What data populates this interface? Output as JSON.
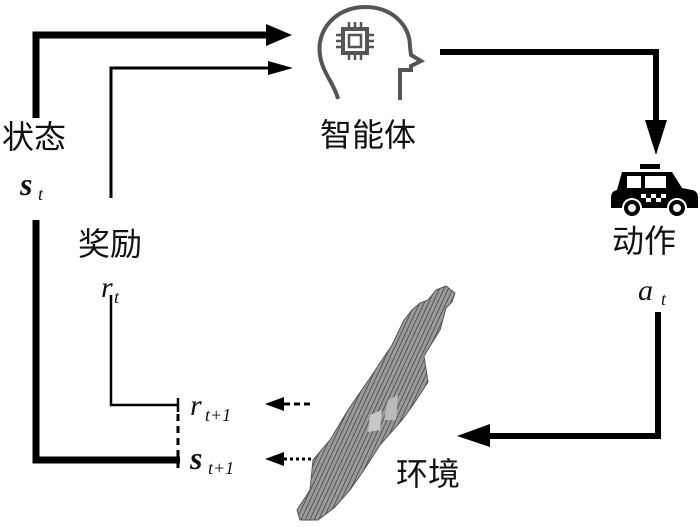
{
  "diagram": {
    "title": "Reinforcement learning loop",
    "agent": {
      "label": "智能体",
      "icon": "head-chip-icon"
    },
    "action": {
      "label": "动作",
      "symbol": "a",
      "subscript": "t",
      "icon": "taxi-icon"
    },
    "environment": {
      "label": "环境",
      "icon": "manhattan-map-icon"
    },
    "state": {
      "label": "状态",
      "symbol": "s",
      "subscript": "t"
    },
    "reward": {
      "label": "奖励",
      "symbol": "r",
      "subscript": "t"
    },
    "next_reward": {
      "symbol": "r",
      "subscript": "t+1"
    },
    "next_state": {
      "symbol": "s",
      "subscript": "t+1"
    },
    "colors": {
      "line": "#000000",
      "icon": "#555555",
      "map": "#777777"
    }
  }
}
